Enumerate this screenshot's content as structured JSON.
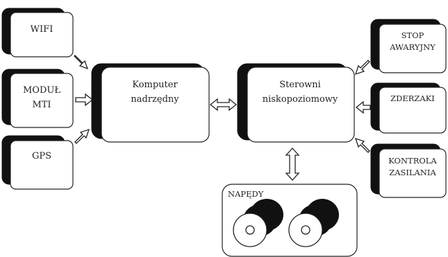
{
  "inputs": {
    "wifi": "WIFI",
    "modul_line1": "MODUŁ",
    "modul_line2": "MTI",
    "gps": "GPS"
  },
  "computer": {
    "line1": "Komputer",
    "line2": "nadrzędny"
  },
  "controller": {
    "line1": "Sterowni",
    "line2": "niskopoziomowy"
  },
  "right": {
    "stop_line1": "STOP",
    "stop_line2": "AWARYJNY",
    "zderzaki": "ZDERZAKI",
    "kontrola_line1": "KONTROLA",
    "kontrola_line2": "ZASILANIA"
  },
  "drives": {
    "label": "NAPĘDY"
  }
}
